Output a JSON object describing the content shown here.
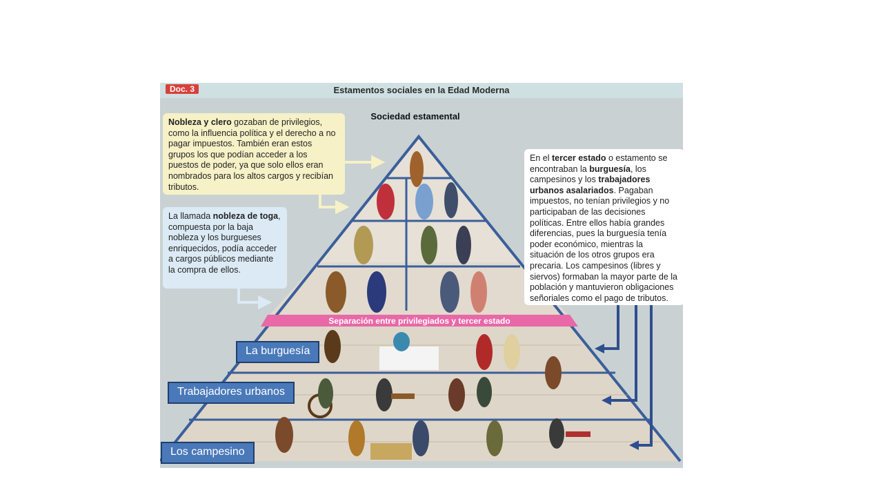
{
  "figure": {
    "badge": "Doc. 3",
    "title": "Estamentos sociales en la Edad Moderna",
    "subtitle": "Sociedad estamental",
    "band_label": "Separación entre privilegiados y tercer estado"
  },
  "notes": {
    "privileged": {
      "bold": "Nobleza y clero",
      "text": " gozaban de privilegios, como la influencia política y el derecho a no pagar impuestos. También eran estos grupos los que podían acceder a los puestos de poder, ya que solo ellos eran nombrados para los altos cargos y recibían tributos."
    },
    "toga": {
      "pre": "La llamada ",
      "bold": "nobleza de toga",
      "text": ", compuesta por la baja nobleza y los burgueses enriquecidos, podía acceder a cargos públicos mediante la compra de ellos."
    },
    "third": {
      "p1": "En el ",
      "b1": "tercer estado",
      "p2": " o estamento se encontraban la ",
      "b2": "burguesía",
      "p3": ", los campesinos y los ",
      "b3": "trabajadores urbanos asalariados",
      "p4": ". Pagaban impuestos, no tenían privilegios y no participaban de las decisiones políticas. Entre ellos había grandes diferencias, pues la burguesía tenía poder económico, mientras la situación de los otros grupos era precaria. Los campesinos (libres y siervos) formaban la mayor parte de la población y mantuvieron obligaciones señoriales como el pago de tributos."
    }
  },
  "tags": {
    "bourgeoisie": "La burguesía",
    "urban_workers": "Trabajadores urbanos",
    "peasants": "Los campesino"
  },
  "colors": {
    "pyramid_line": "#3a5f9a",
    "separator_band": "#e868a8",
    "tag_fill": "#4a79b9",
    "arrow": "#2f4e8f"
  }
}
